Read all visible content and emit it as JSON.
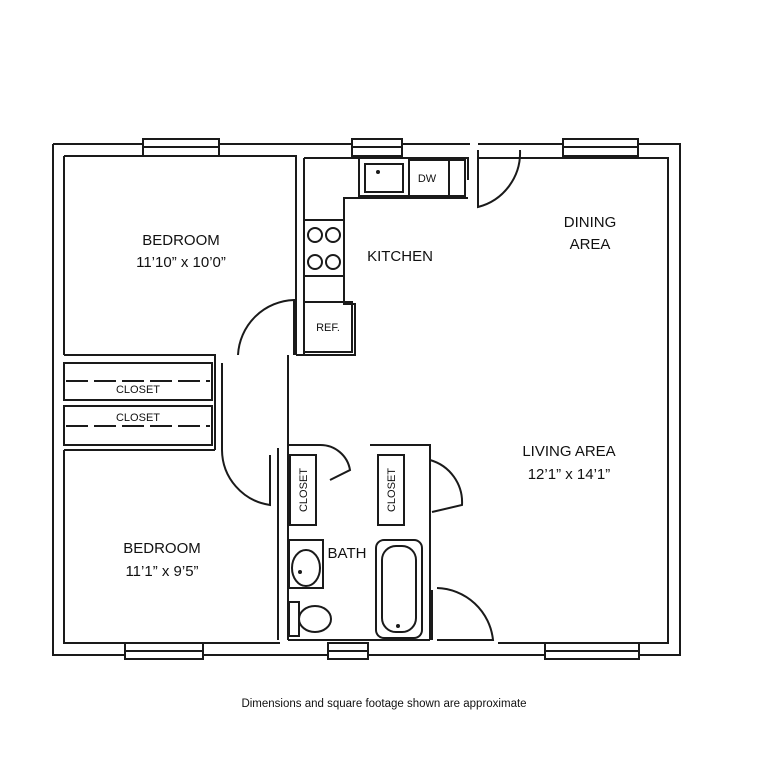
{
  "rooms": {
    "bedroom1": {
      "name": "BEDROOM",
      "size": "11’10” x 10’0”"
    },
    "bedroom2": {
      "name": "BEDROOM",
      "size": "11’1” x 9’5”"
    },
    "kitchen": {
      "name": "KITCHEN"
    },
    "dining": {
      "line1": "DINING",
      "line2": "AREA"
    },
    "living": {
      "name": "LIVING AREA",
      "size": "12’1” x 14’1”"
    },
    "bath": {
      "name": "BATH"
    }
  },
  "closets": {
    "c1": "CLOSET",
    "c2": "CLOSET",
    "c3": "CLOSET",
    "c4": "CLOSET"
  },
  "appliances": {
    "dishwasher": "DW",
    "refrigerator": "REF."
  },
  "footer_note": "Dimensions and square footage shown are approximate",
  "colors": {
    "line": "#1a1a1a",
    "background": "#ffffff"
  }
}
